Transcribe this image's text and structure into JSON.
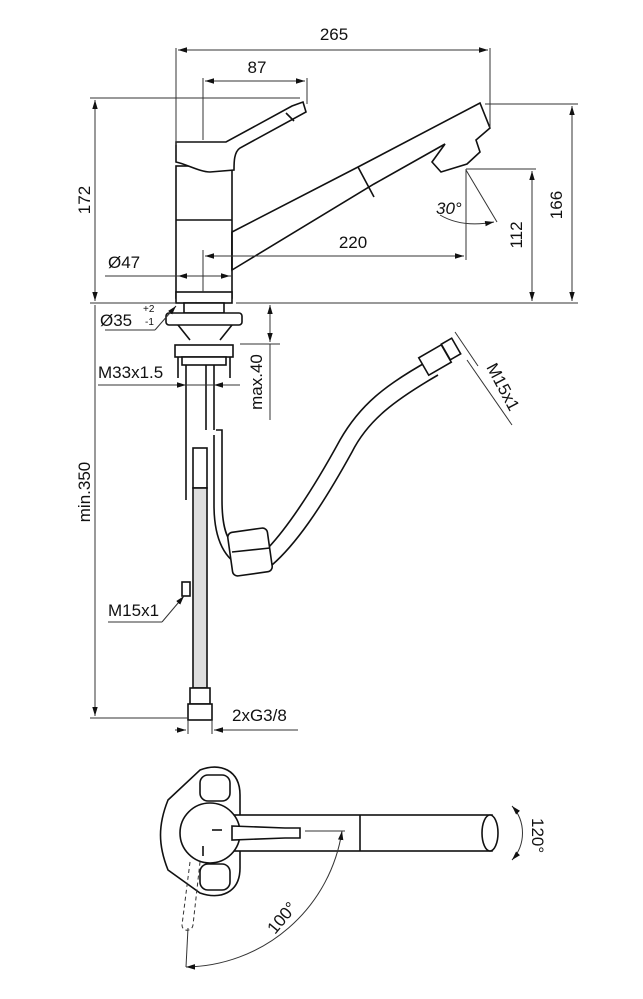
{
  "drawing": {
    "title": "Single-lever kitchen mixer with pull-out spout - dimension drawing",
    "side_view": {
      "overall_length": "265",
      "lever_reach": "87",
      "height_total": "172",
      "spout_reach": "220",
      "spout_angle": "30°",
      "outlet_height": "112",
      "spout_top_height": "166",
      "body_diameter": "Ø47",
      "hole_diameter": "Ø35",
      "hole_tol_plus": "+2",
      "hole_tol_minus": "-1",
      "thread": "M33x1.5",
      "deck_thickness": "max.40",
      "hose_length": "min.350",
      "pullout_hose_thread": "M15x1",
      "supply_hose_thread": "M15x1",
      "supply_connection": "2xG3/8"
    },
    "top_view": {
      "spout_swivel_angle": "100°",
      "spray_rotation_angle": "120°"
    }
  }
}
